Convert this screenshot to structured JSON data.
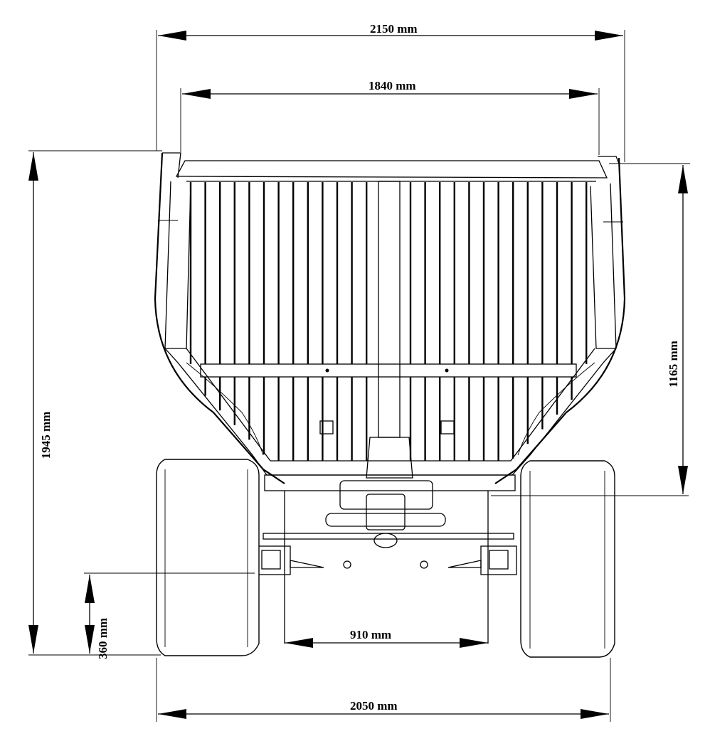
{
  "dimensions": {
    "overall_width": "2150 mm",
    "hopper_width": "1840 mm",
    "overall_height": "1945 mm",
    "hopper_height": "1165 mm",
    "ground_clearance": "360 mm",
    "inner_track": "910 mm",
    "outer_track": "2050 mm"
  }
}
